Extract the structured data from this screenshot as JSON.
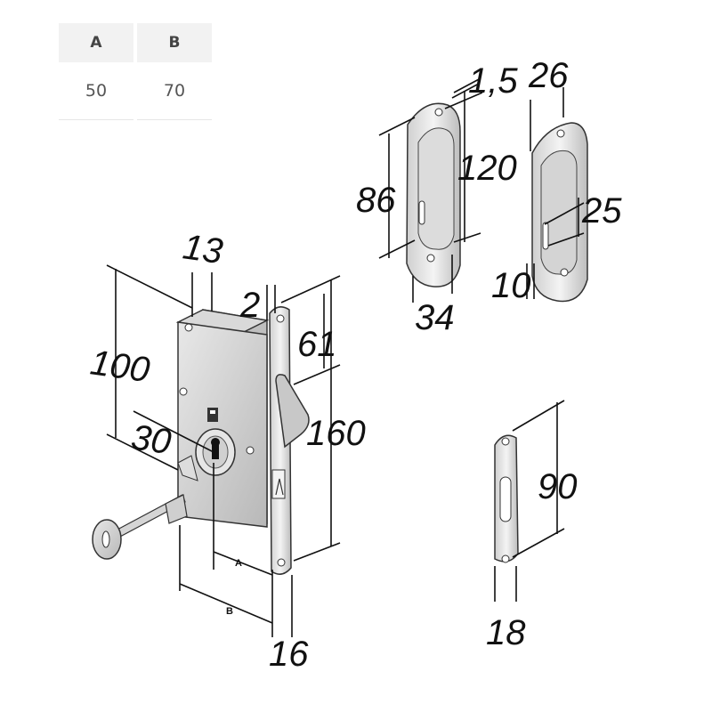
{
  "table": {
    "headers": [
      "A",
      "B"
    ],
    "values": [
      "50",
      "70"
    ]
  },
  "dimensions": {
    "lock_height": "100",
    "lock_depth": "13",
    "faceplate_thickness": "2",
    "latch_offset": "61",
    "faceplate_height": "160",
    "backset": "30",
    "faceplate_width": "16",
    "label_a": "A",
    "label_b": "B",
    "pull_inner_height": "86",
    "pull_thickness": "1,5",
    "pull_height": "120",
    "pull_width": "34",
    "pull2_width": "26",
    "pull2_slot": "25",
    "pull2_depth": "10",
    "strike_height": "90",
    "strike_width": "18"
  }
}
